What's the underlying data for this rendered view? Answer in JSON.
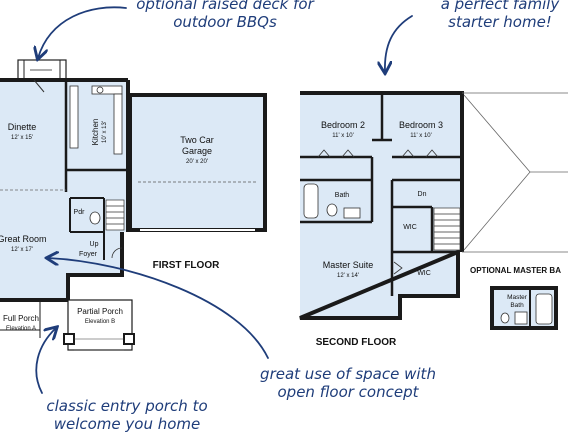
{
  "annotations": {
    "deck_line1": "optional raised deck for",
    "deck_line2": "outdoor BBQs",
    "family_line1": "a perfect family",
    "family_line2": "starter home!",
    "space_line1": "great use of space with",
    "space_line2": "open floor concept",
    "entry_line1": "classic entry porch to",
    "entry_line2": "welcome you home"
  },
  "first_floor": {
    "title": "FIRST FLOOR",
    "dinette": {
      "name": "Dinette",
      "dims": "12' x 15'"
    },
    "kitchen": {
      "name": "Kitchen",
      "dims": "10' x 13'"
    },
    "garage": {
      "name1": "Two Car",
      "name2": "Garage",
      "dims": "20' x 20'"
    },
    "pdr": "Pdr",
    "great_room": {
      "name": "Great Room",
      "dims": "12' x 17'"
    },
    "up": "Up",
    "foyer": "Foyer",
    "full_porch": {
      "name": "Full Porch",
      "elev": "Elevation A"
    },
    "partial_porch": {
      "name": "Partial Porch",
      "elev": "Elevation B"
    }
  },
  "second_floor": {
    "title": "SECOND FLOOR",
    "bedroom2": {
      "name": "Bedroom 2",
      "dims": "11' x 10'"
    },
    "bedroom3": {
      "name": "Bedroom 3",
      "dims": "11' x 10'"
    },
    "bath": "Bath",
    "dn": "Dn",
    "wic1": "WIC",
    "wic2": "WIC",
    "master_suite": {
      "name": "Master Suite",
      "dims": "12' x 14'"
    }
  },
  "optional": {
    "title": "OPTIONAL MASTER BA",
    "master_bath1": "Master",
    "master_bath2": "Bath"
  },
  "colors": {
    "room_fill": "#dce9f6",
    "wall": "#1a1a1a",
    "annotation": "#1f3d7a"
  }
}
